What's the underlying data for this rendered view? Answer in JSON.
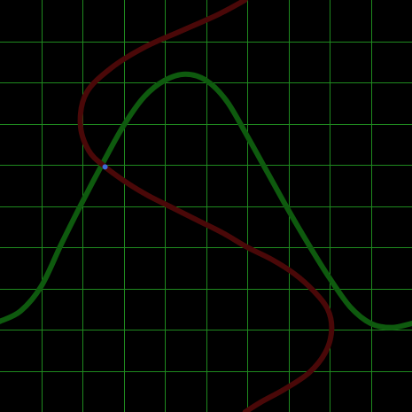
{
  "chart_data": {
    "type": "line",
    "title": "",
    "xlabel": "",
    "ylabel": "",
    "xlim": [
      0,
      10
    ],
    "ylim": [
      -5,
      5
    ],
    "grid": true,
    "legend": "none",
    "background_color": "#000000",
    "grid_color": "#1f8a1f",
    "x_gridlines": [
      1,
      2,
      3,
      4,
      5,
      6,
      7,
      8,
      9
    ],
    "y_gridlines": [
      -4,
      -3,
      -2,
      -1,
      0,
      1,
      2,
      3,
      4
    ],
    "series": [
      {
        "color": "#0e5a0e",
        "points": [
          [
            0.0,
            -2.8
          ],
          [
            0.5,
            -2.55
          ],
          [
            1.0,
            -1.95
          ],
          [
            1.5,
            -0.9
          ],
          [
            2.0,
            0.1
          ],
          [
            2.5,
            1.05
          ],
          [
            3.0,
            1.95
          ],
          [
            3.5,
            2.65
          ],
          [
            4.0,
            3.05
          ],
          [
            4.5,
            3.2
          ],
          [
            5.0,
            3.05
          ],
          [
            5.5,
            2.55
          ],
          [
            6.0,
            1.7
          ],
          [
            6.5,
            0.8
          ],
          [
            7.0,
            -0.1
          ],
          [
            7.5,
            -0.95
          ],
          [
            8.0,
            -1.75
          ],
          [
            8.5,
            -2.45
          ],
          [
            9.0,
            -2.85
          ],
          [
            9.5,
            -2.95
          ],
          [
            10.0,
            -2.85
          ]
        ]
      },
      {
        "color": "#4a0808",
        "points": [
          [
            5.95,
            5.0
          ],
          [
            5.3,
            4.65
          ],
          [
            4.4,
            4.25
          ],
          [
            3.5,
            3.85
          ],
          [
            2.7,
            3.35
          ],
          [
            2.1,
            2.75
          ],
          [
            1.95,
            2.0
          ],
          [
            2.15,
            1.35
          ],
          [
            2.55,
            0.95
          ],
          [
            3.1,
            0.55
          ],
          [
            3.6,
            0.25
          ],
          [
            4.2,
            -0.05
          ],
          [
            4.8,
            -0.35
          ],
          [
            5.4,
            -0.65
          ],
          [
            6.0,
            -1.0
          ],
          [
            6.6,
            -1.3
          ],
          [
            7.15,
            -1.65
          ],
          [
            7.6,
            -2.05
          ],
          [
            7.95,
            -2.5
          ],
          [
            8.05,
            -3.0
          ],
          [
            7.9,
            -3.55
          ],
          [
            7.5,
            -4.05
          ],
          [
            6.9,
            -4.45
          ],
          [
            6.35,
            -4.75
          ],
          [
            5.95,
            -5.0
          ]
        ]
      }
    ],
    "marker": {
      "x": 2.55,
      "y": 0.95,
      "color": "#3f6ad8"
    }
  }
}
